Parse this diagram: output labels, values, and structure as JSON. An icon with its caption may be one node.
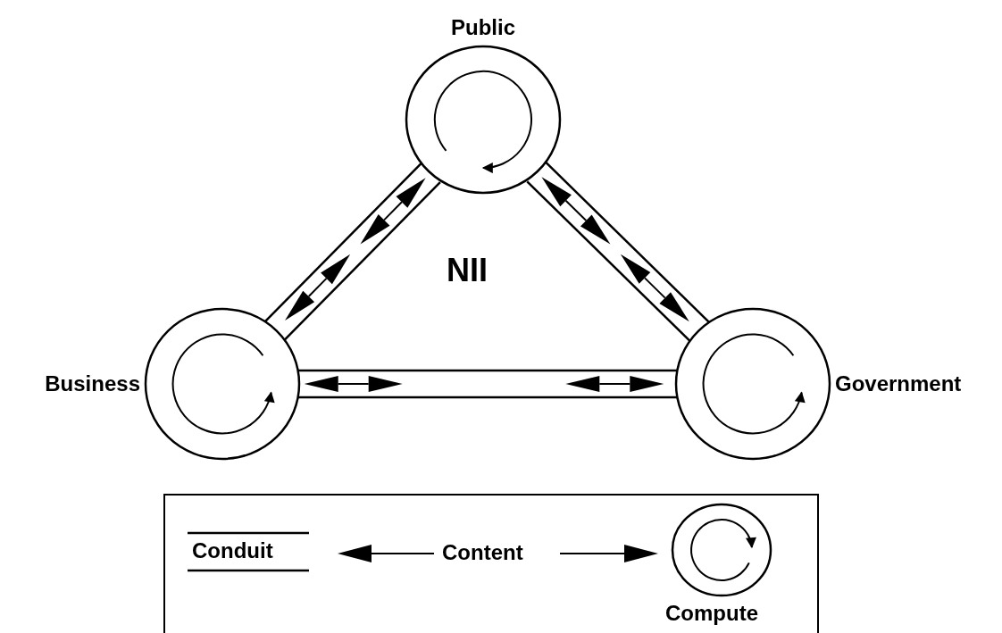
{
  "diagram": {
    "nodes": [
      {
        "text": [
          "Public"
        ]
      },
      {
        "text": [
          "Business"
        ]
      },
      {
        "text": [
          "Government"
        ]
      }
    ],
    "edges": [
      {
        "from": 0,
        "to": 1,
        "arrow": "both"
      },
      {
        "from": 0,
        "to": 2,
        "arrow": "both"
      },
      {
        "from": 1,
        "to": 2,
        "arrow": "both"
      }
    ],
    "labels": [
      "NII"
    ],
    "legend": [
      {
        "text": "Conduit"
      },
      {
        "text": "Content"
      },
      {
        "text": "Compute"
      }
    ]
  }
}
